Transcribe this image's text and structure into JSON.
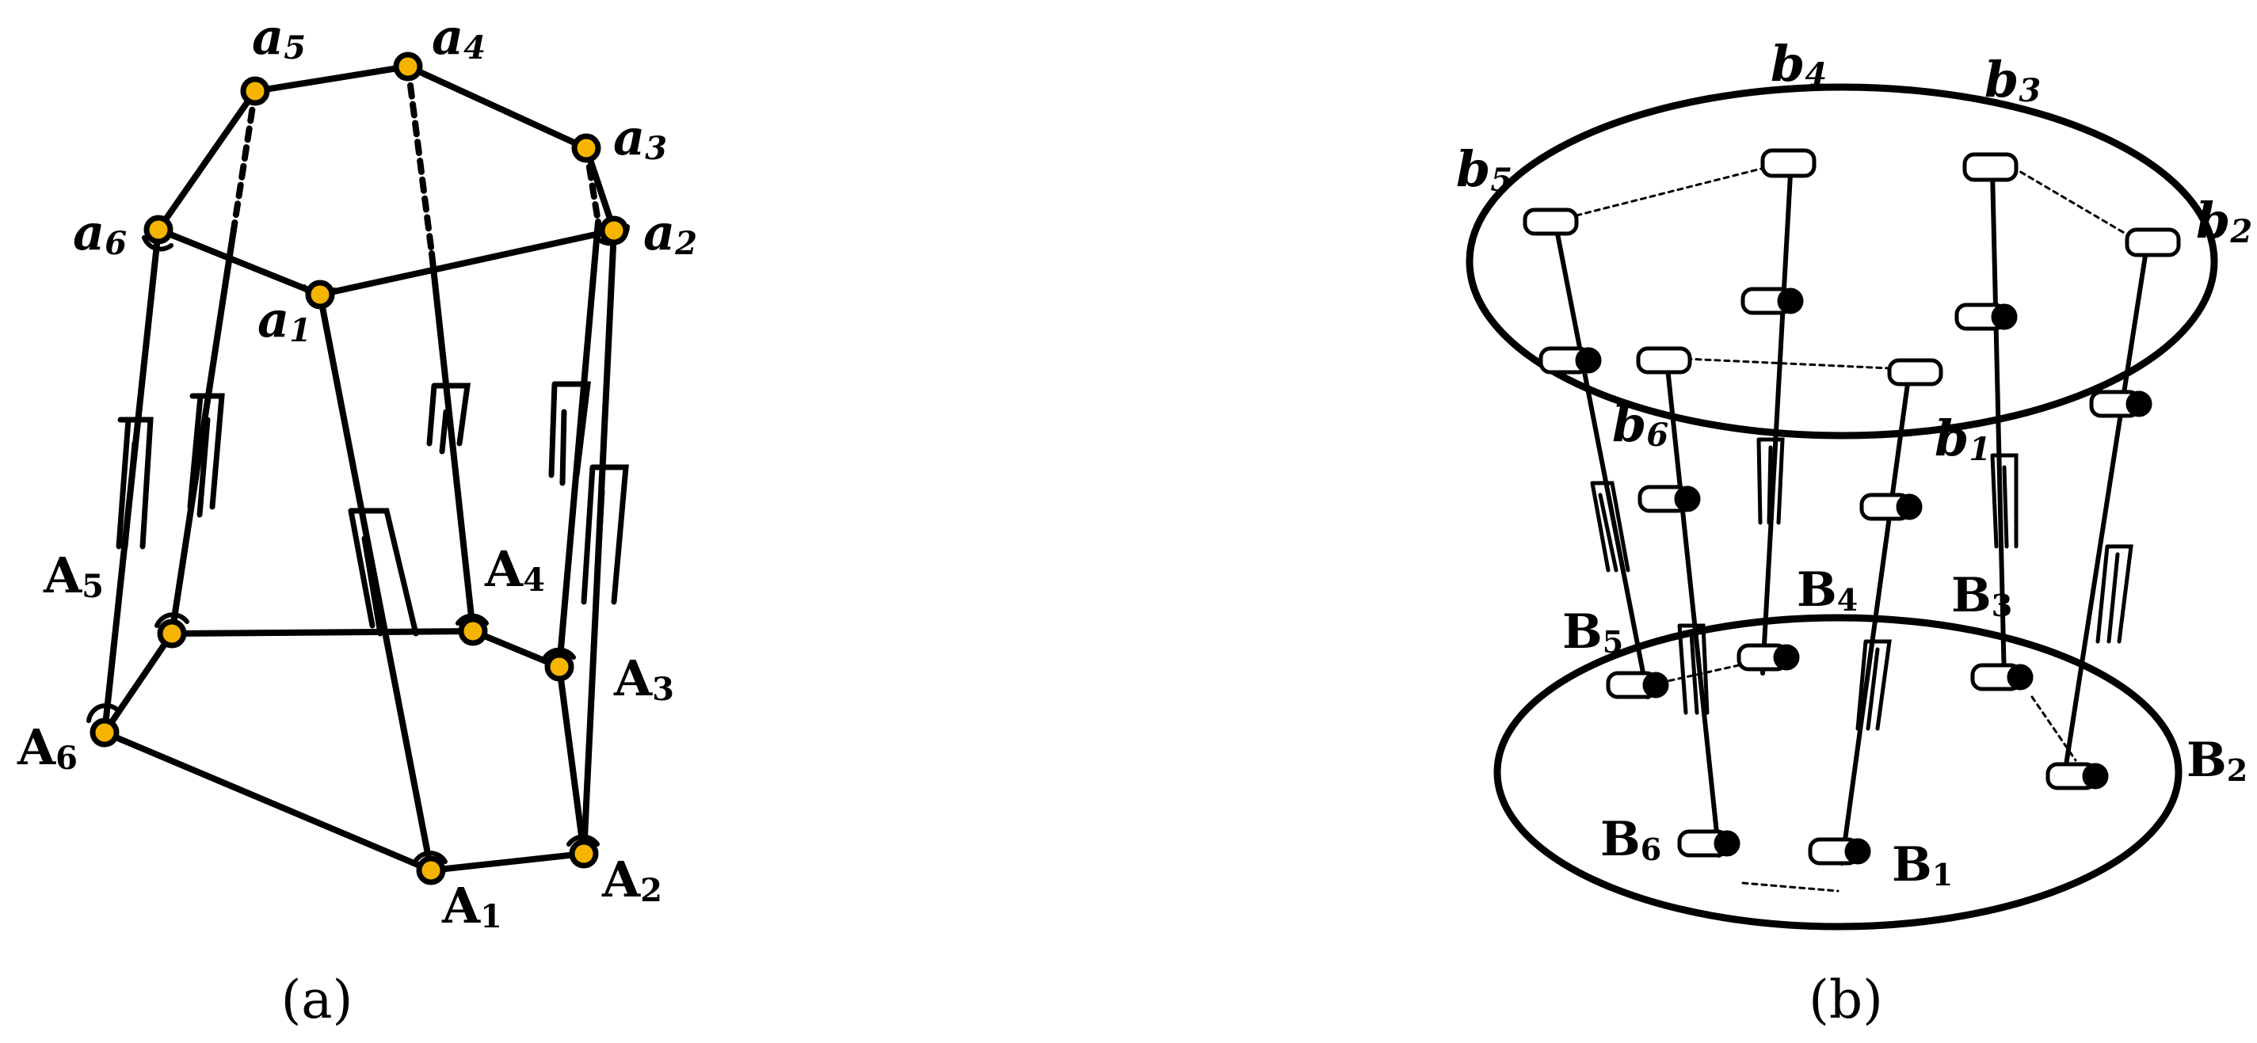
{
  "panel_a": {
    "caption": "(a)",
    "upper_labels": {
      "a1": {
        "base": "a",
        "sub": "1"
      },
      "a2": {
        "base": "a",
        "sub": "2"
      },
      "a3": {
        "base": "a",
        "sub": "3"
      },
      "a4": {
        "base": "a",
        "sub": "4"
      },
      "a5": {
        "base": "a",
        "sub": "5"
      },
      "a6": {
        "base": "a",
        "sub": "6"
      }
    },
    "lower_labels": {
      "A1": {
        "base": "A",
        "sub": "1"
      },
      "A2": {
        "base": "A",
        "sub": "2"
      },
      "A3": {
        "base": "A",
        "sub": "3"
      },
      "A4": {
        "base": "A",
        "sub": "4"
      },
      "A5": {
        "base": "A",
        "sub": "5"
      },
      "A6": {
        "base": "A",
        "sub": "6"
      }
    }
  },
  "panel_b": {
    "caption": "(b)",
    "upper_labels": {
      "b1": {
        "base": "b",
        "sub": "1"
      },
      "b2": {
        "base": "b",
        "sub": "2"
      },
      "b3": {
        "base": "b",
        "sub": "3"
      },
      "b4": {
        "base": "b",
        "sub": "4"
      },
      "b5": {
        "base": "b",
        "sub": "5"
      },
      "b6": {
        "base": "b",
        "sub": "6"
      }
    },
    "lower_labels": {
      "B1": {
        "base": "B",
        "sub": "1"
      },
      "B2": {
        "base": "B",
        "sub": "2"
      },
      "B3": {
        "base": "B",
        "sub": "3"
      },
      "B4": {
        "base": "B",
        "sub": "4"
      },
      "B5": {
        "base": "B",
        "sub": "5"
      },
      "B6": {
        "base": "B",
        "sub": "6"
      }
    }
  },
  "colors": {
    "joint_fill": "#F5B400",
    "line": "#000000",
    "background": "#FFFFFF"
  }
}
